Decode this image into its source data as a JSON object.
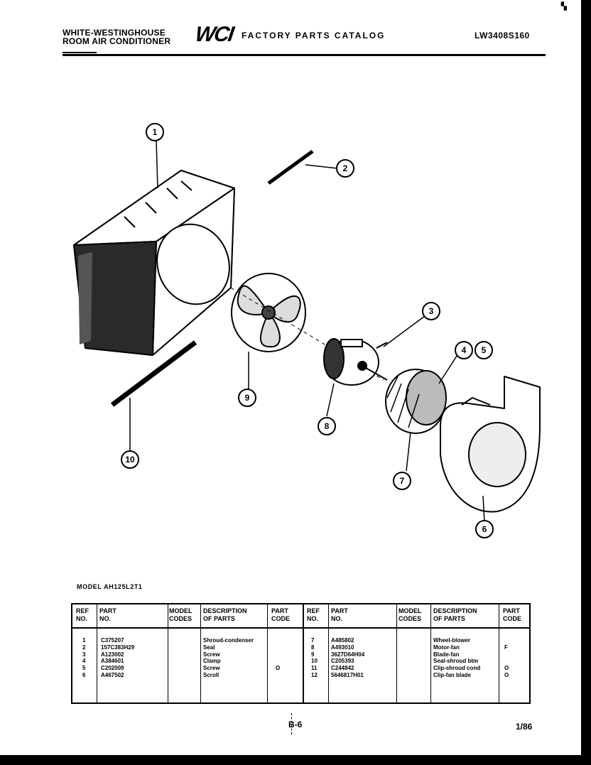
{
  "header": {
    "brand_line1": "WHITE-WESTINGHOUSE",
    "brand_line2": "ROOM AIR CONDITIONER",
    "logo_text": "WCI",
    "catalog_title": "FACTORY PARTS CATALOG",
    "catalog_code": "LW3408S160"
  },
  "callouts": [
    "1",
    "2",
    "3",
    "4",
    "5",
    "6",
    "7",
    "8",
    "9",
    "10"
  ],
  "model_line": "MODEL AH125L2T1",
  "table": {
    "headers": {
      "ref": [
        "REF",
        "NO."
      ],
      "part": [
        "PART",
        "NO."
      ],
      "model": [
        "MODEL",
        "CODES"
      ],
      "desc": [
        "DESCRIPTION",
        "OF PARTS"
      ],
      "code": [
        "PART",
        "CODE"
      ]
    },
    "left": {
      "refs": [
        "1",
        "2",
        "3",
        "4",
        "5",
        "6"
      ],
      "parts": [
        "C375207",
        "157C383H29",
        "A123002",
        "A384601",
        "C202009",
        "A467502"
      ],
      "descs": [
        "Shroud-condenser",
        "Seal",
        "Screw",
        "Clamp",
        "Screw",
        "Scroll"
      ],
      "codes": [
        "",
        "",
        "",
        "",
        "O",
        ""
      ]
    },
    "right": {
      "refs": [
        "7",
        "8",
        "9",
        "10",
        "11",
        "12"
      ],
      "parts": [
        "A485802",
        "A493010",
        "3627D64H04",
        "C205393",
        "C244842",
        "5646817H01"
      ],
      "descs": [
        "Wheel-blower",
        "Motor-fan",
        "Blade-fan",
        "Seal-shroud btm",
        "Clip-shroud cond",
        "Clip-fan blade"
      ],
      "codes": [
        "",
        "F",
        "",
        "",
        "O",
        "O"
      ]
    }
  },
  "footer": {
    "page_id": "B-6",
    "date": "1/86"
  }
}
